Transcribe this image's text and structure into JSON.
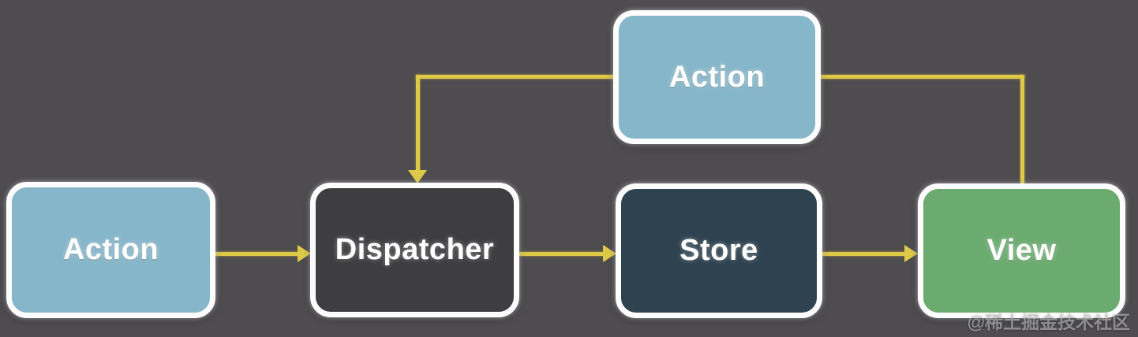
{
  "diagram": {
    "type": "flowchart",
    "name": "flux-unidirectional-data-flow",
    "background_color": "#4e4c4f",
    "arrow_color": "#dfc948",
    "node_border_color": "#fdfdfd",
    "nodes": [
      {
        "id": "action-top",
        "label": "Action",
        "fill": "#86b6c9",
        "text_color": "#ffffff"
      },
      {
        "id": "action-left",
        "label": "Action",
        "fill": "#86b6c9",
        "text_color": "#ffffff"
      },
      {
        "id": "dispatcher",
        "label": "Dispatcher",
        "fill": "#3e3e40",
        "text_color": "#ffffff"
      },
      {
        "id": "store",
        "label": "Store",
        "fill": "#2e4250",
        "text_color": "#ffffff"
      },
      {
        "id": "view",
        "label": "View",
        "fill": "#6cab70",
        "text_color": "#ffffff"
      }
    ],
    "edges": [
      {
        "from": "action-left",
        "to": "dispatcher",
        "arrow": true,
        "direction": "right"
      },
      {
        "from": "dispatcher",
        "to": "store",
        "arrow": true,
        "direction": "right"
      },
      {
        "from": "store",
        "to": "view",
        "arrow": true,
        "direction": "right"
      },
      {
        "from": "action-top",
        "to": "dispatcher",
        "arrow": true,
        "direction": "down"
      },
      {
        "from": "view",
        "to": "action-top",
        "arrow": false,
        "direction": "up"
      }
    ]
  },
  "watermark": {
    "text": "@稀土掘金技术社区"
  }
}
